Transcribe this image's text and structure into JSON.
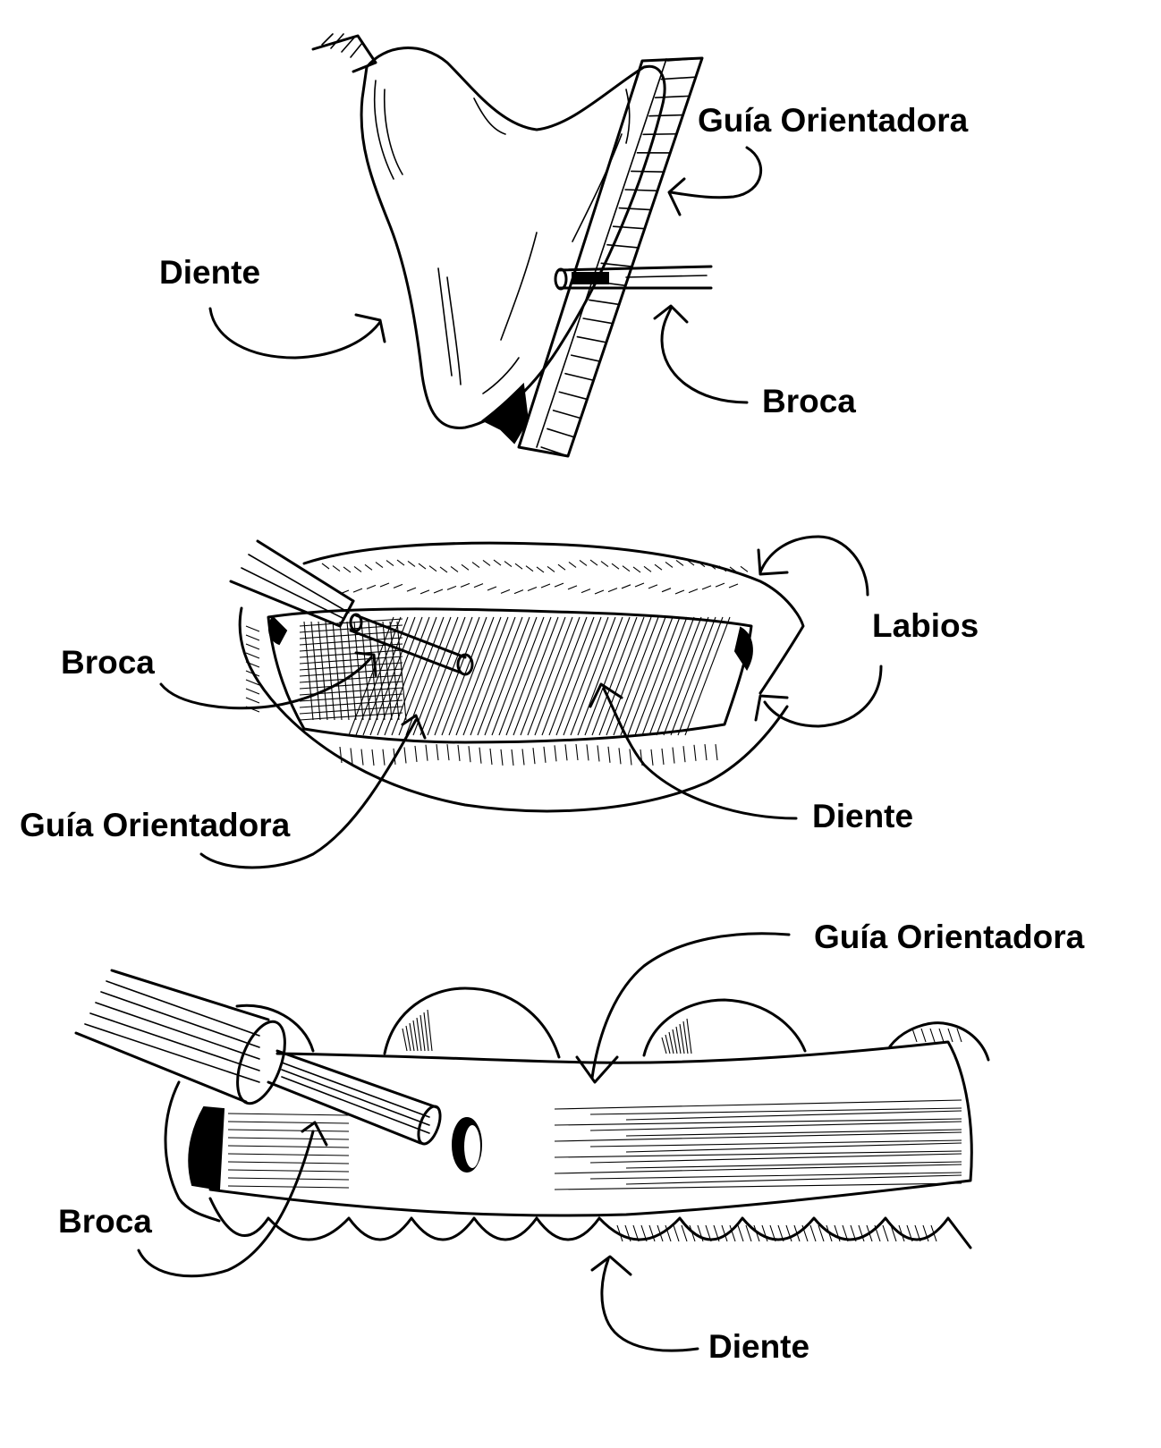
{
  "figures": [
    {
      "id": "single-tooth",
      "labels": {
        "guide": "Guía Orientadora",
        "tooth": "Diente",
        "drill": "Broca"
      }
    },
    {
      "id": "lips-front",
      "labels": {
        "lips": "Labios",
        "drill": "Broca",
        "guide": "Guía Orientadora",
        "tooth": "Diente"
      }
    },
    {
      "id": "dental-arch",
      "labels": {
        "guide": "Guía Orientadora",
        "drill": "Broca",
        "tooth": "Diente"
      }
    }
  ]
}
